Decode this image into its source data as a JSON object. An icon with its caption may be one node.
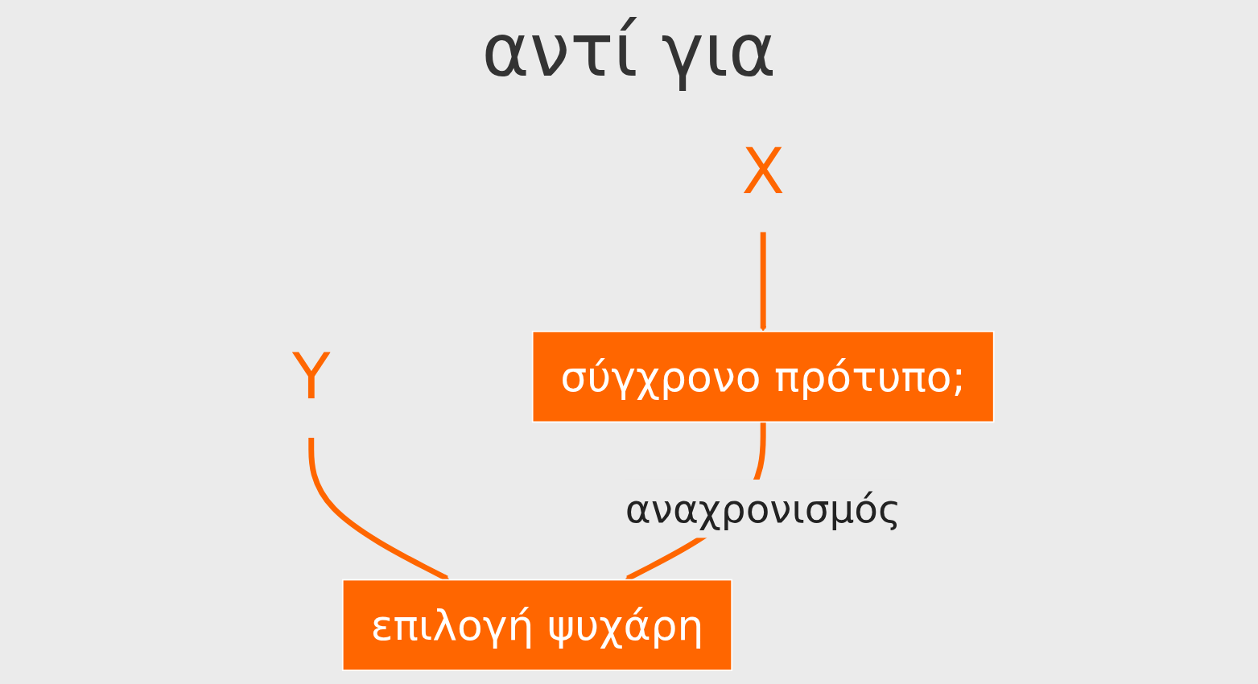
{
  "diagram": {
    "nodes": [
      {
        "text": [
          "Υ"
        ]
      },
      {
        "text": [
          "Χ"
        ]
      },
      {
        "text": [
          "επιλογή ψυχάρη"
        ]
      },
      {
        "text": [
          "σύγχρονο πρότυπο;"
        ]
      }
    ],
    "edges": [
      {
        "from": 0,
        "to": 2,
        "arrow": "to"
      },
      {
        "from": 1,
        "to": 3,
        "arrow": "to"
      },
      {
        "from": 3,
        "to": 2,
        "arrow": "to",
        "label": "αναχρονισμός"
      }
    ],
    "labels": [
      "αντί για"
    ]
  }
}
